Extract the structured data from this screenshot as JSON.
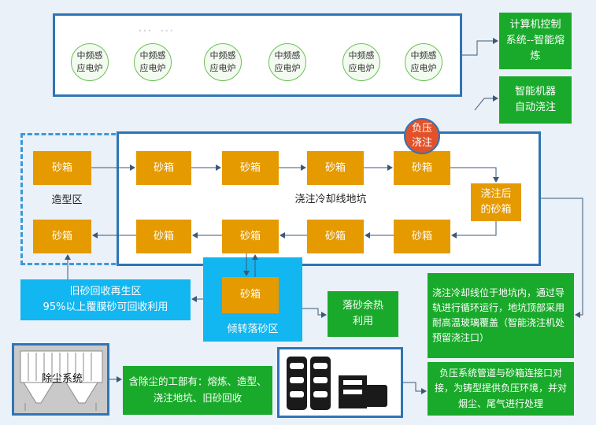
{
  "furnace_group": {
    "ghost_title": "… …",
    "furnaces": [
      "中频感\n应电炉",
      "中频感\n应电炉",
      "中频感\n应电炉",
      "中频感\n应电炉",
      "中频感\n应电炉",
      "中频感\n应电炉"
    ]
  },
  "notes": {
    "computer_control": "计算机控制\n系统--智能熔\n炼",
    "robot_pouring": "智能机器\n自动浇注",
    "negative_pressure_badge": "负压\n浇注",
    "pit_description": "浇注冷却线位于地坑内，通过导轨进行循环运行，地坑顶部采用耐高温玻璃覆盖（智能浇注机处预留浇注口）",
    "waste_heat": "落砂余热\n利用",
    "dust_sources": "含除尘的工部有：熔炼、造型、浇注地坑、旧砂回收",
    "negative_pressure_system": "负压系统管道与砂箱连接口对接，为铸型提供负压环境，并对烟尘、尾气进行处理"
  },
  "process": {
    "sandbox_label": "砂箱",
    "after_pouring": "浇注后\n的砂箱",
    "molding_zone": "造型区",
    "pit_zone": "浇注冷却线地坑",
    "shakeout_zone": "倾转落砂区",
    "sand_recovery": "旧砂回收再生区\n95%以上覆膜砂可回收利用"
  },
  "dust_system": {
    "label": "除尘系统"
  },
  "colors": {
    "frame_blue": "#2e75b6",
    "sandbox_orange": "#e59a00",
    "note_green": "#1aaa2b",
    "zone_cyan": "#12b6f0",
    "badge_red": "#e2522a"
  }
}
